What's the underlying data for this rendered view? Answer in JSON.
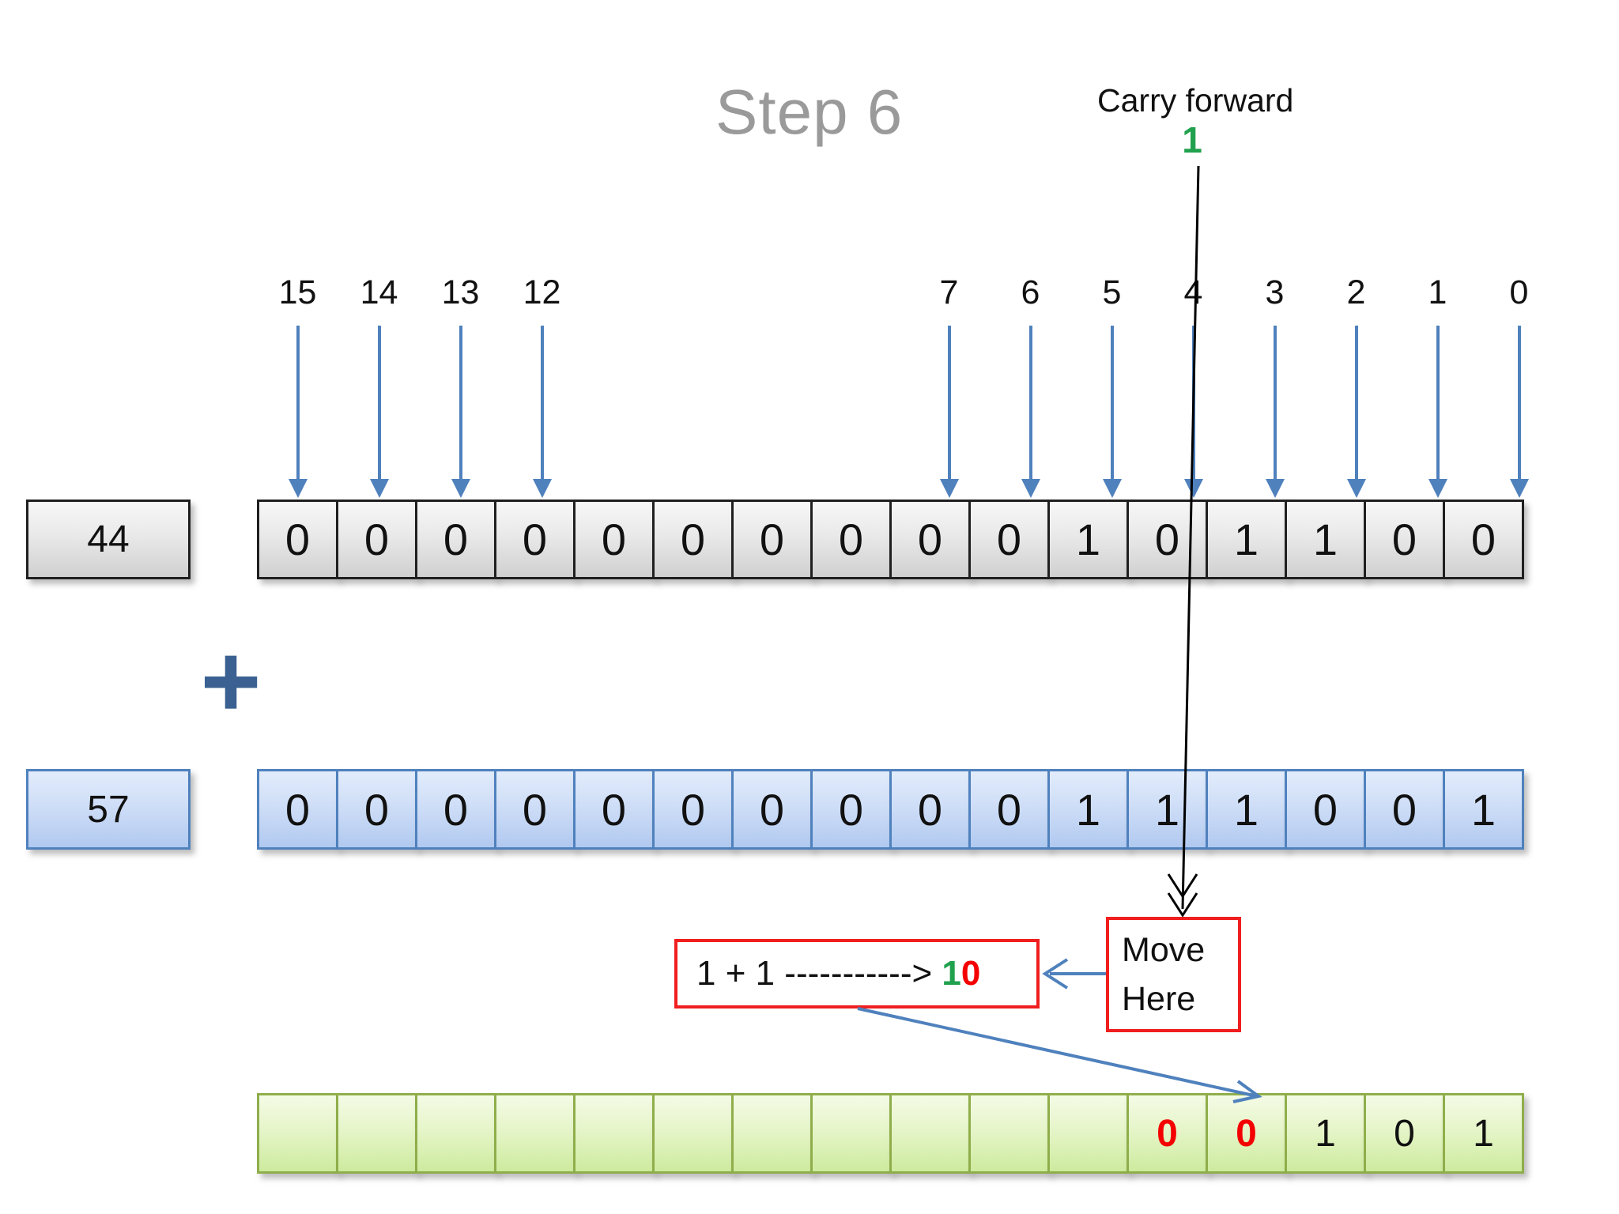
{
  "title": "Step 6",
  "carry": {
    "label": "Carry forward",
    "value": "1"
  },
  "bit_labels": [
    {
      "label": "15",
      "col": 0
    },
    {
      "label": "14",
      "col": 1
    },
    {
      "label": "13",
      "col": 2
    },
    {
      "label": "12",
      "col": 3
    },
    {
      "label": "7",
      "col": 8
    },
    {
      "label": "6",
      "col": 9
    },
    {
      "label": "5",
      "col": 10
    },
    {
      "label": "4",
      "col": 11
    },
    {
      "label": "3",
      "col": 12
    },
    {
      "label": "2",
      "col": 13
    },
    {
      "label": "1",
      "col": 14
    },
    {
      "label": "0",
      "col": 15
    }
  ],
  "operand_a": {
    "label": "44",
    "bits": [
      "0",
      "0",
      "0",
      "0",
      "0",
      "0",
      "0",
      "0",
      "0",
      "0",
      "1",
      "0",
      "1",
      "1",
      "0",
      "0"
    ]
  },
  "operator": "+",
  "operand_b": {
    "label": "57",
    "bits": [
      "0",
      "0",
      "0",
      "0",
      "0",
      "0",
      "0",
      "0",
      "0",
      "0",
      "1",
      "1",
      "1",
      "0",
      "0",
      "1"
    ]
  },
  "result": {
    "bits": [
      {
        "v": ""
      },
      {
        "v": ""
      },
      {
        "v": ""
      },
      {
        "v": ""
      },
      {
        "v": ""
      },
      {
        "v": ""
      },
      {
        "v": ""
      },
      {
        "v": ""
      },
      {
        "v": ""
      },
      {
        "v": ""
      },
      {
        "v": ""
      },
      {
        "v": "0",
        "highlight": true
      },
      {
        "v": "0",
        "highlight": true
      },
      {
        "v": "1"
      },
      {
        "v": "0"
      },
      {
        "v": "1"
      }
    ]
  },
  "equation": {
    "text": "1 + 1 -----------> ",
    "green_digit": "1",
    "red_digit": "0"
  },
  "move_note": {
    "line1": "Move",
    "line2": "Here"
  },
  "colors": {
    "accent_blue": "#4f81bd",
    "carry_green": "#21a14d",
    "alert_red": "#f40000",
    "title_gray": "#9a9a9a",
    "plus_blue": "#3a6191"
  }
}
